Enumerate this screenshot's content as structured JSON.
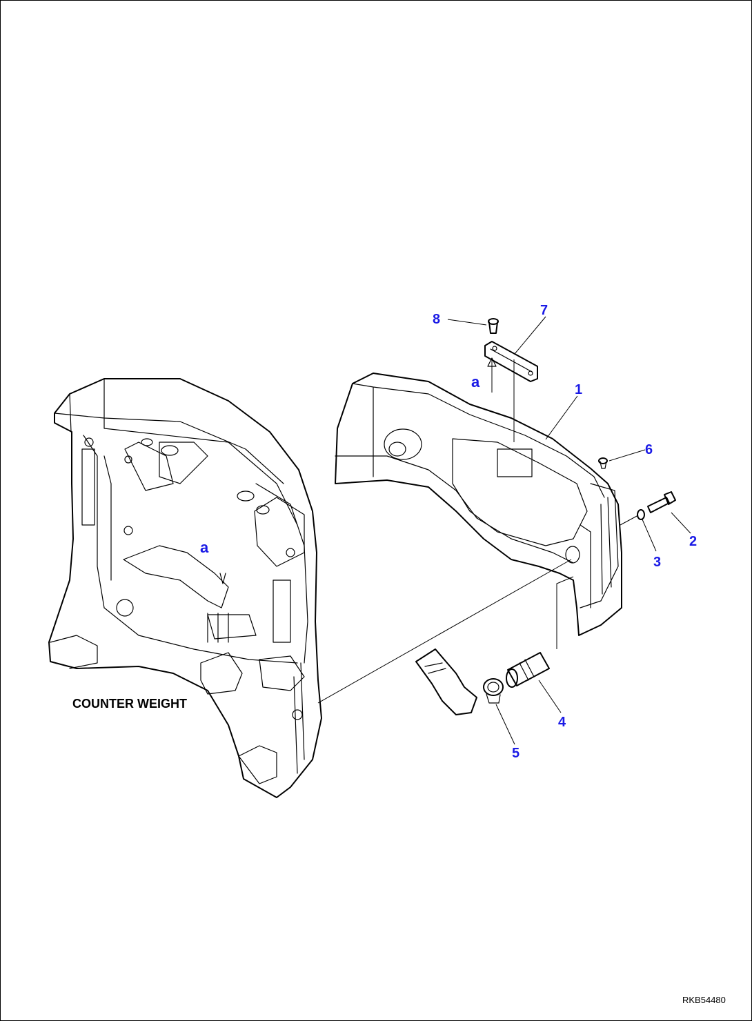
{
  "accent_color": "#1a1ae6",
  "callouts": [
    "1",
    "2",
    "3",
    "4",
    "5",
    "6",
    "7",
    "8"
  ],
  "reference_mark": "a",
  "assembly_label": "COUNTER WEIGHT",
  "drawing_code": "RKB54480"
}
